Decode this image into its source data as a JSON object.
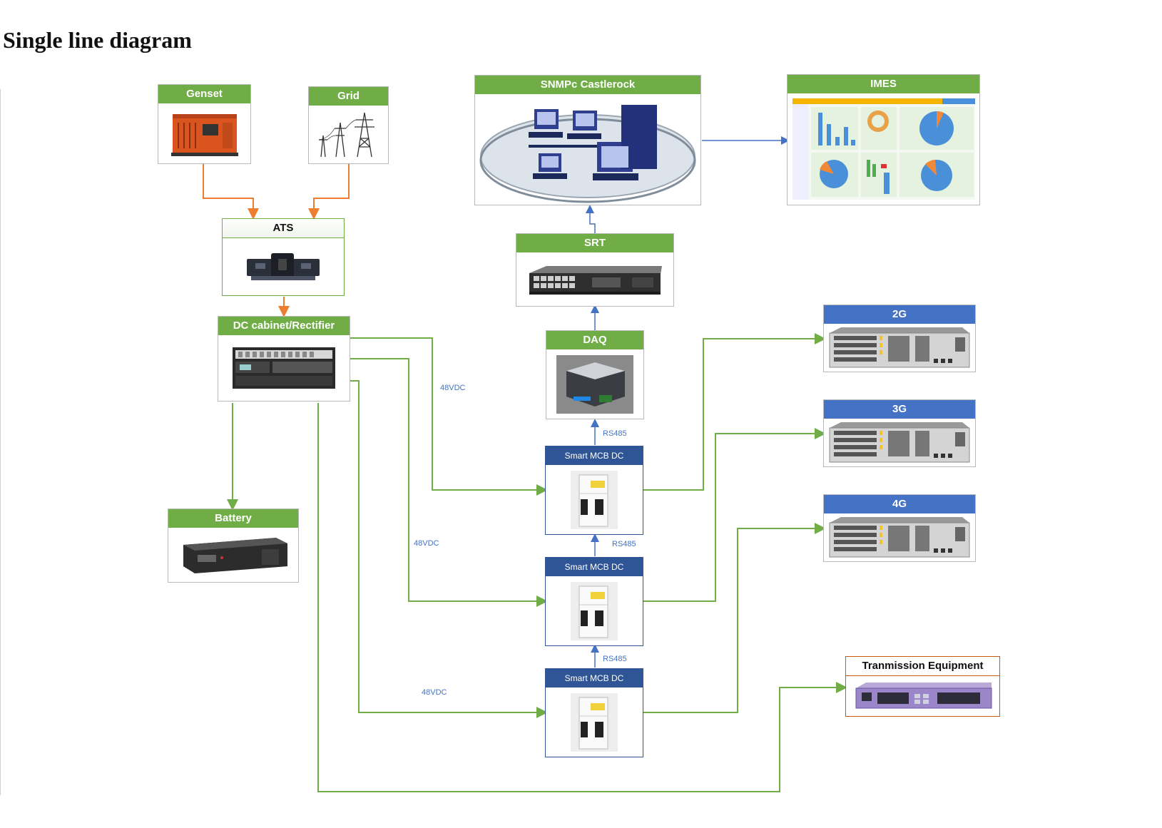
{
  "title": "Single line diagram",
  "nodes": {
    "genset": "Genset",
    "grid": "Grid",
    "ats": "ATS",
    "dc_cabinet": "DC cabinet/Rectifier",
    "battery": "Battery",
    "snmpc": "SNMPc Castlerock",
    "imes": "IMES",
    "srt": "SRT",
    "daq": "DAQ",
    "mcb1": "Smart MCB DC",
    "mcb2": "Smart MCB DC",
    "mcb3": "Smart MCB DC",
    "g2": "2G",
    "g3": "3G",
    "g4": "4G",
    "transmission": "Tranmission Equipment"
  },
  "labels": {
    "vdc1": "48VDC",
    "vdc2": "48VDC",
    "vdc3": "48VDC",
    "rs485_1": "RS485",
    "rs485_2": "RS485",
    "rs485_3": "RS485"
  },
  "colors": {
    "green": "#70ad47",
    "blue": "#4472c4",
    "orange": "#ed7d31",
    "mcb_blue": "#2f5597"
  }
}
